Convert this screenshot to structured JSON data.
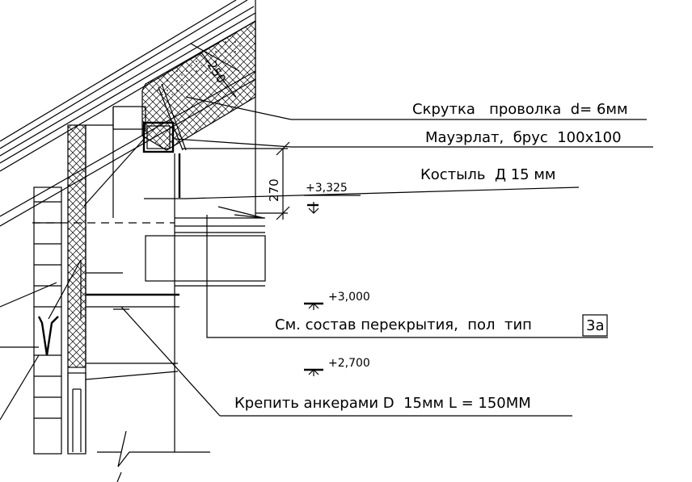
{
  "callouts": {
    "twist": "Скрутка   проволка  d= 6мм",
    "mauerlat": "Мауэрлат,  брус  100х100",
    "crutch": "Костыль  Д 15 мм",
    "floor_ref": "См. состав перекрытия,  пол  тип",
    "floor_type": "3а",
    "anchors": "Крепить анкерами D  15мм L = 150ММ"
  },
  "levels": {
    "top": "+3,325",
    "mid": "+3,000",
    "low": "+2,700"
  },
  "dimensions": {
    "height": "270",
    "insulation": "250"
  }
}
